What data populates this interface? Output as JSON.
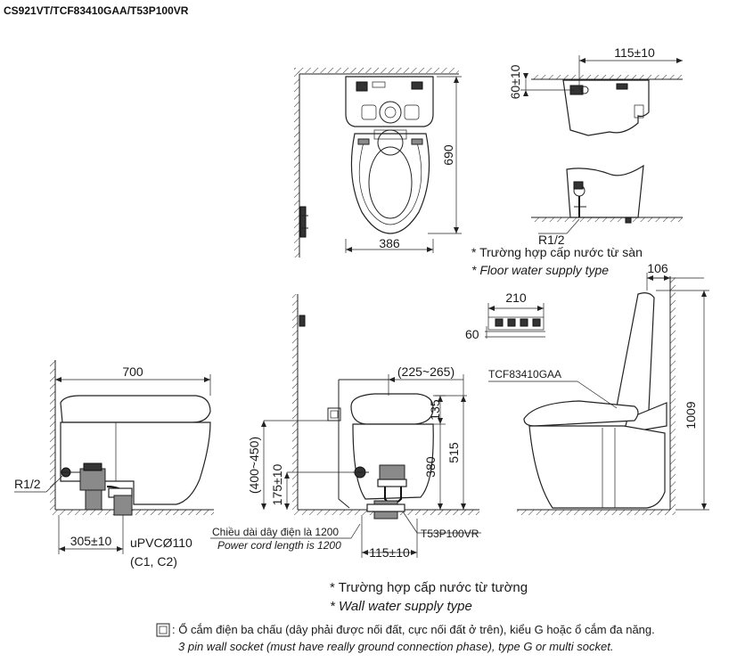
{
  "title": "CS921VT/TCF83410GAA/T53P100VR",
  "top_view": {
    "dim_height": "690",
    "dim_width": "386"
  },
  "floor_supply": {
    "dim_offset": "115±10",
    "dim_wall": "60±10",
    "r_label": "R1/2",
    "caption_vi": "* Trường hợp cấp nước từ sàn",
    "caption_en": "* Floor water supply type"
  },
  "socket_detail": {
    "dim_width": "210",
    "dim_height": "60"
  },
  "right_side": {
    "dim_top": "106",
    "dim_height": "1009",
    "model_label": "TCF83410GAA"
  },
  "left_side": {
    "dim_length": "700",
    "r_label": "R1/2",
    "dim_outlet": "305±10",
    "pipe_label": "uPVCØ110",
    "pipe_sub": "(C1, C2)"
  },
  "front_view": {
    "dim_range_top": "(225~265)",
    "dim_135": "135",
    "dim_380": "380",
    "dim_515": "515",
    "dim_range_left": "(400~450)",
    "dim_175": "175±10",
    "cord_vi": "Chiều dài dây điện là 1200",
    "cord_en": "Power cord length is 1200",
    "trap_label": "T53P100VR",
    "dim_bottom": "115±10"
  },
  "wall_supply": {
    "caption_vi": "* Trường hợp cấp nước từ tường",
    "caption_en": "* Wall water supply type"
  },
  "footnote": {
    "line_vi": ": Ổ cắm điện ba chấu (dây phải được nối đất, cực nối đất ở trên), kiểu G hoặc ổ cắm đa năng.",
    "line_en": "3 pin wall socket (must have really ground connection phase), type G or multi socket."
  }
}
